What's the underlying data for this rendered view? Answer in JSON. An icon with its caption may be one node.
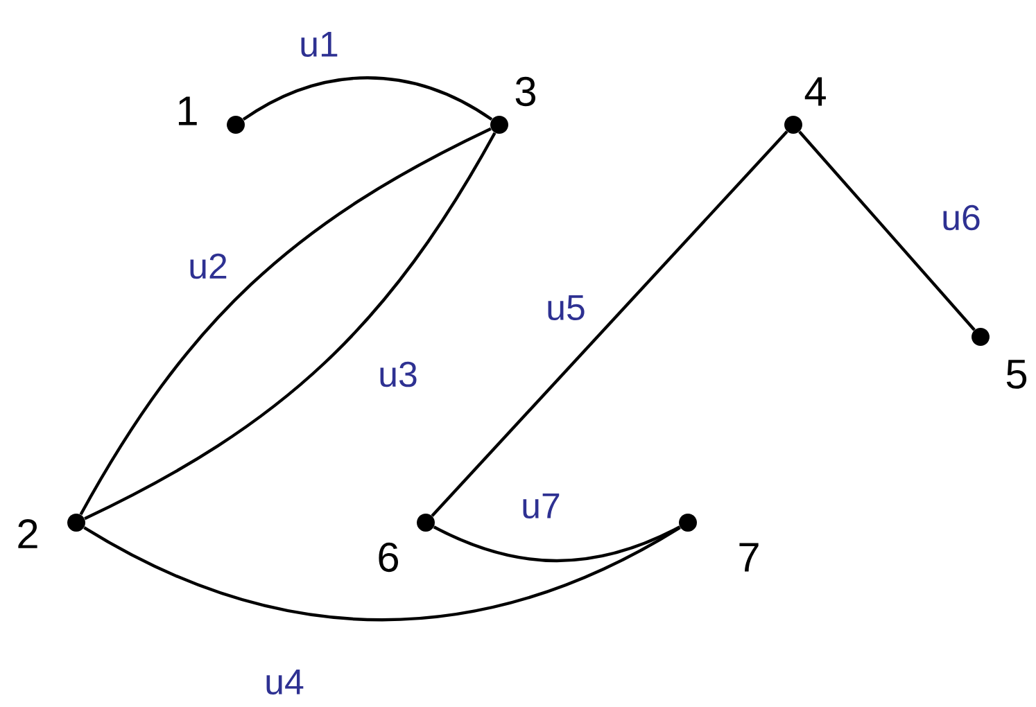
{
  "diagram": {
    "nodes": [
      {
        "text": [],
        "shape": "circle",
        "beside": [
          "1"
        ]
      },
      {
        "text": [],
        "shape": "circle",
        "beside": [
          "2"
        ]
      },
      {
        "text": [],
        "shape": "circle",
        "beside": [
          "3"
        ]
      },
      {
        "text": [],
        "shape": "circle",
        "beside": [
          "4"
        ]
      },
      {
        "text": [],
        "shape": "circle",
        "beside": [
          "5"
        ]
      },
      {
        "text": [],
        "shape": "circle",
        "beside": [
          "6"
        ]
      },
      {
        "text": [],
        "shape": "circle",
        "beside": [
          "7"
        ]
      }
    ],
    "edges": [
      {
        "from": 0,
        "to": 2,
        "arrow": "none",
        "label": "u1"
      },
      {
        "from": 2,
        "to": 1,
        "arrow": "none",
        "label": "u2"
      },
      {
        "from": 2,
        "to": 1,
        "arrow": "none",
        "label": "u3"
      },
      {
        "from": 1,
        "to": 6,
        "arrow": "none",
        "label": "u4"
      },
      {
        "from": 3,
        "to": 5,
        "arrow": "none",
        "label": "u5"
      },
      {
        "from": 3,
        "to": 4,
        "arrow": "none",
        "label": "u6"
      },
      {
        "from": 5,
        "to": 6,
        "arrow": "none",
        "label": "u7"
      }
    ]
  }
}
